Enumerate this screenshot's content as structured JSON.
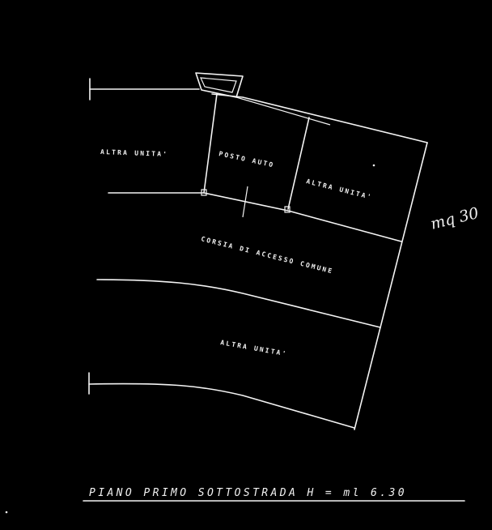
{
  "drawing": {
    "rooms": {
      "altra_unita_left": "ALTRA UNITA'",
      "posto_auto": "POSTO AUTO",
      "altra_unita_right": "ALTRA UNITA'",
      "corsia": "CORSIA DI ACCESSO COMUNE",
      "altra_unita_bottom": "ALTRA UNITA'"
    },
    "area_note": "mq 30",
    "title": "PIANO PRIMO SOTTOSTRADA  H = ml 6.30"
  }
}
